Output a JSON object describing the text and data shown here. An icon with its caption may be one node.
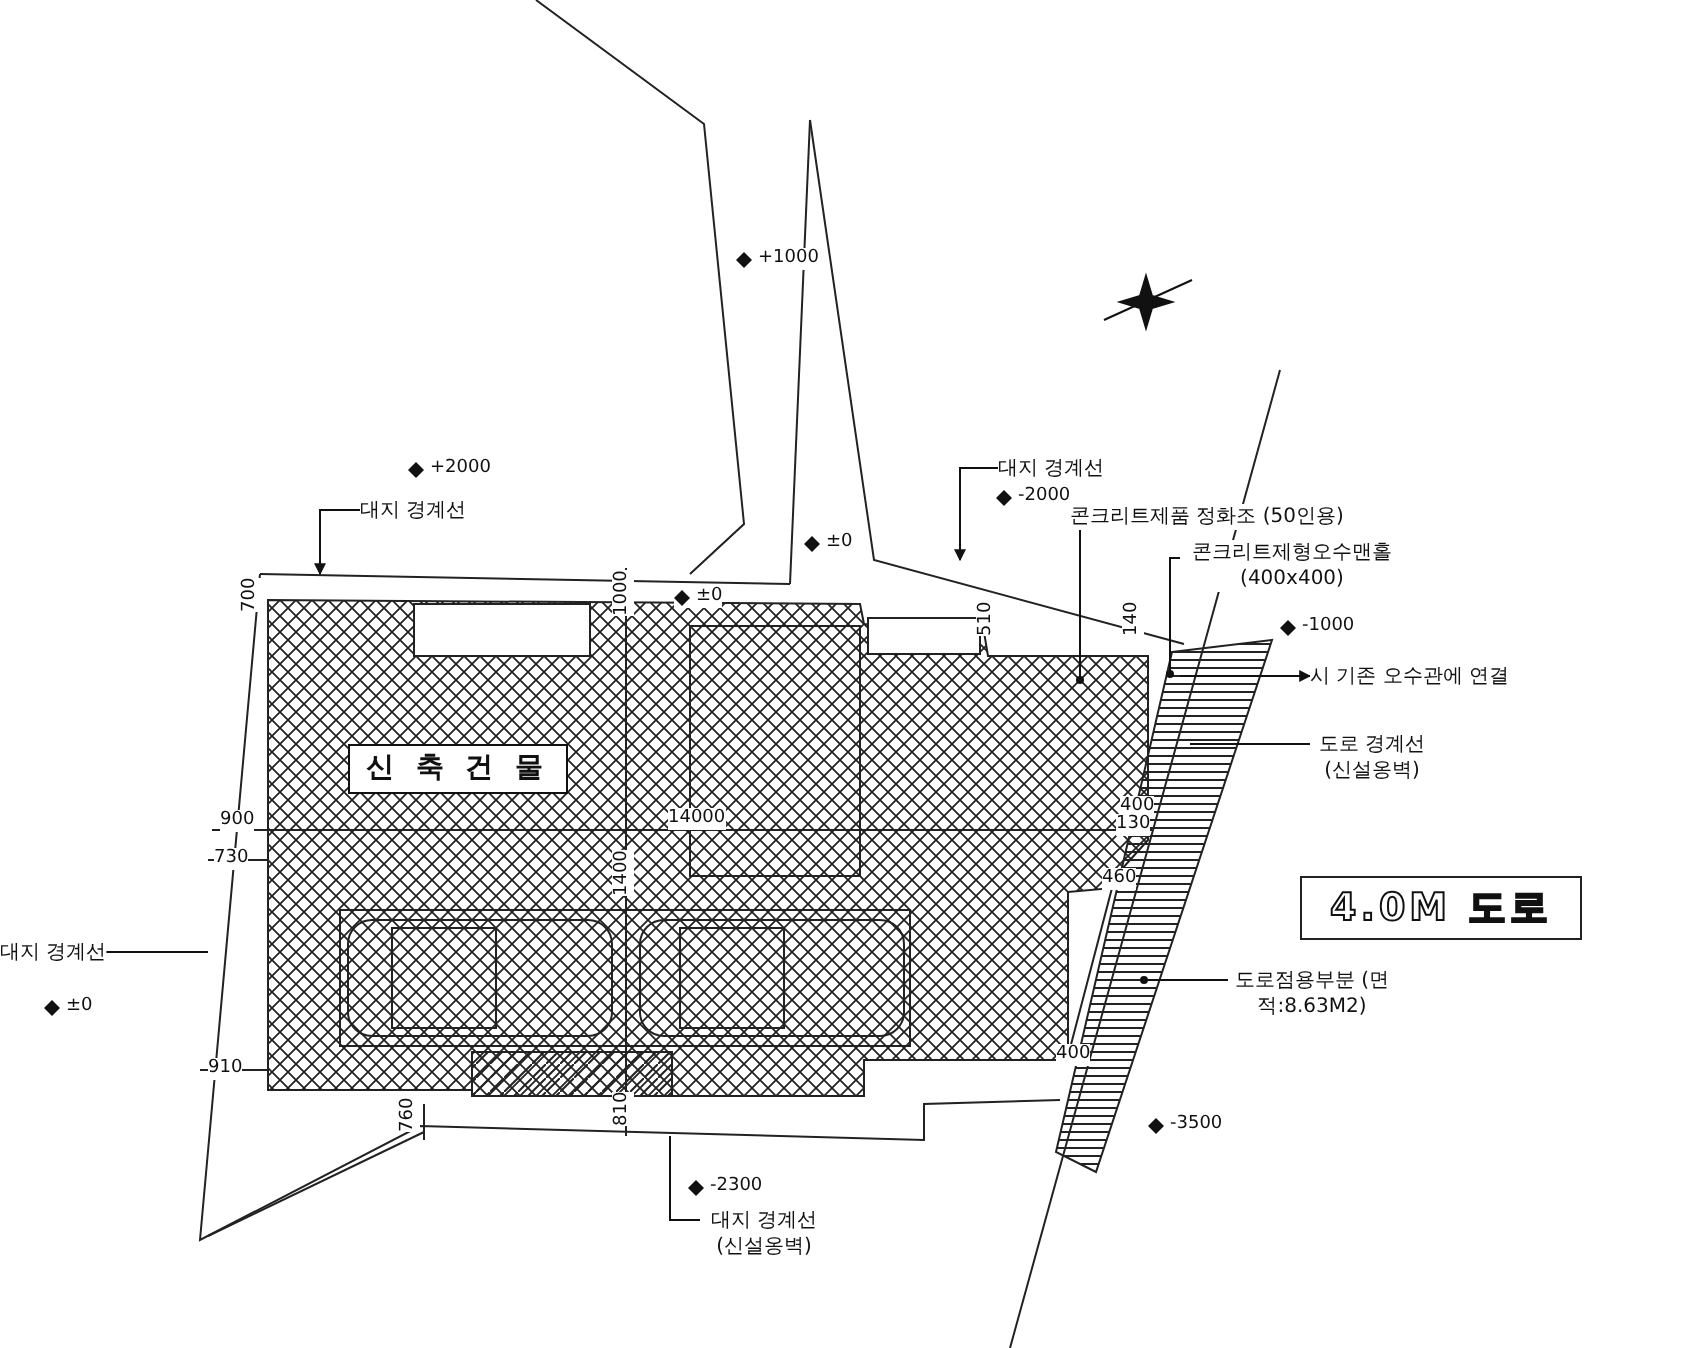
{
  "diagram": {
    "nodes": [
      {
        "text": [
          "대지 경계선"
        ]
      },
      {
        "text": [
          "대지 경계선"
        ]
      },
      {
        "text": [
          "콘크리트제품 정화조 (50인용)"
        ]
      },
      {
        "text": [
          "콘크리트제형오수맨홀 (400x400)"
        ]
      },
      {
        "text": [
          "시 기존 오수관에 연결"
        ]
      },
      {
        "text": [
          "도로 경계선 (신설옹벽)"
        ]
      },
      {
        "text": [
          "4.0M 도로"
        ]
      },
      {
        "text": [
          "도로점용부분 (면적:8.63M2)"
        ]
      },
      {
        "text": [
          "대지 경계선 (신설옹벽)"
        ]
      },
      {
        "text": [
          "대지 경계선"
        ]
      },
      {
        "text": [
          "신 축 건 물"
        ]
      }
    ],
    "edges": [
      {
        "from": 0,
        "to": null,
        "arrow": "to"
      },
      {
        "from": 1,
        "to": null,
        "arrow": "to"
      },
      {
        "from": 2,
        "to": null,
        "arrow": "other"
      },
      {
        "from": 3,
        "to": null,
        "arrow": "other"
      },
      {
        "from": null,
        "to": 4,
        "arrow": "to"
      },
      {
        "from": 5,
        "to": null,
        "arrow": "none"
      },
      {
        "from": 7,
        "to": null,
        "arrow": "other"
      },
      {
        "from": 8,
        "to": null,
        "arrow": "none"
      },
      {
        "from": 9,
        "to": null,
        "arrow": "none"
      }
    ],
    "labels": [
      "+1000",
      "+2000",
      "-2000",
      "±0",
      "±0",
      "-1000",
      "±0",
      "-3500",
      "-2300",
      "700",
      "1000",
      "510",
      "140",
      "900",
      "14000",
      "730",
      "1400",
      "400",
      "130",
      "460",
      "400",
      "910",
      "760",
      "810"
    ]
  }
}
